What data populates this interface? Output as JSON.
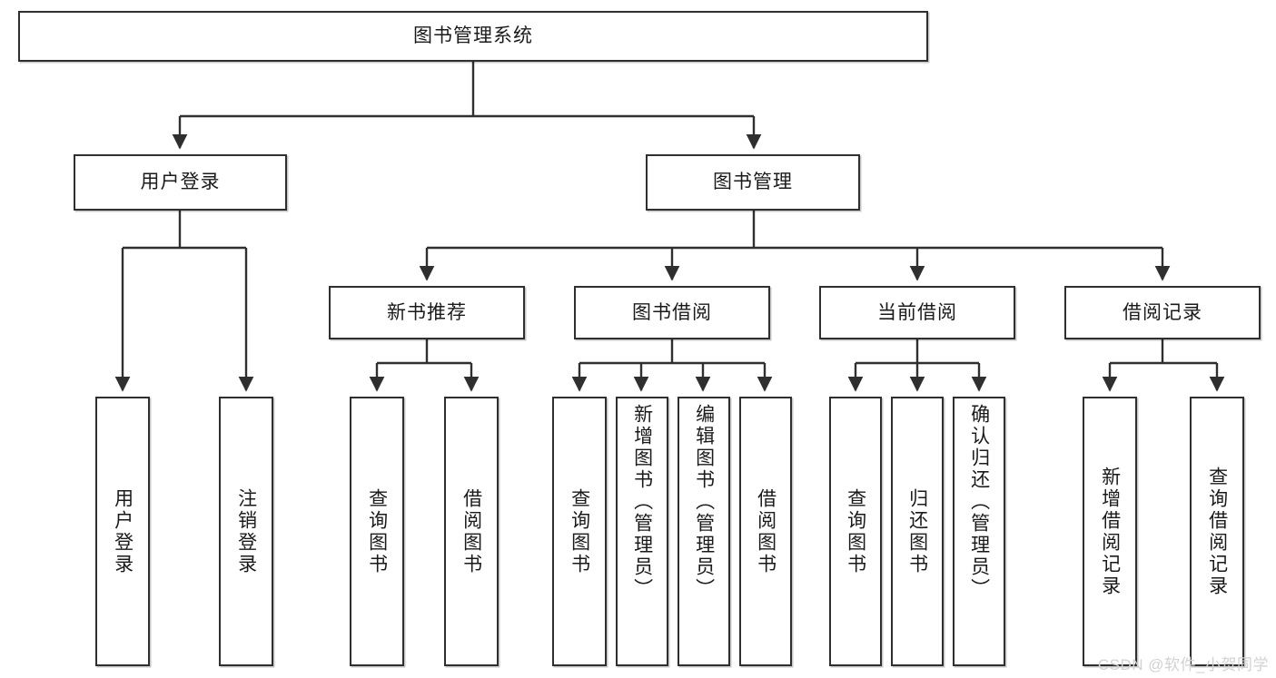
{
  "diagram": {
    "type": "tree-hierarchy-flowchart",
    "title_node": {
      "label": "图书管理系统"
    },
    "level2": [
      {
        "id": "user-login",
        "label": "用户登录"
      },
      {
        "id": "book-manage",
        "label": "图书管理"
      }
    ],
    "level3": [
      {
        "id": "new-book-recommend",
        "label": "新书推荐"
      },
      {
        "id": "book-borrow",
        "label": "图书借阅"
      },
      {
        "id": "current-borrow",
        "label": "当前借阅"
      },
      {
        "id": "borrow-record",
        "label": "借阅记录"
      }
    ],
    "leaves": [
      {
        "id": "leaf-user-login",
        "label": "用户登录",
        "parent": "user-login"
      },
      {
        "id": "leaf-logout-login",
        "label": "注销登录",
        "parent": "user-login"
      },
      {
        "id": "leaf-query-book-1",
        "label": "查询图书",
        "parent": "new-book-recommend"
      },
      {
        "id": "leaf-borrow-book-1",
        "label": "借阅图书",
        "parent": "new-book-recommend"
      },
      {
        "id": "leaf-query-book-2",
        "label": "查询图书",
        "parent": "book-borrow"
      },
      {
        "id": "leaf-add-book",
        "label": "新增图书（管理员）",
        "parent": "book-borrow"
      },
      {
        "id": "leaf-edit-book",
        "label": "编辑图书（管理员）",
        "parent": "book-borrow"
      },
      {
        "id": "leaf-borrow-book-2",
        "label": "借阅图书",
        "parent": "book-borrow"
      },
      {
        "id": "leaf-query-book-3",
        "label": "查询图书",
        "parent": "current-borrow"
      },
      {
        "id": "leaf-return-book",
        "label": "归还图书",
        "parent": "current-borrow"
      },
      {
        "id": "leaf-confirm-return",
        "label": "确认归还（管理员）",
        "parent": "current-borrow"
      },
      {
        "id": "leaf-add-record",
        "label": "新增借阅记录",
        "parent": "borrow-record"
      },
      {
        "id": "leaf-query-record",
        "label": "查询借阅记录",
        "parent": "borrow-record"
      }
    ],
    "colors": {
      "stroke": "#2f2f2f",
      "box_fill": "#ffffff",
      "text": "#1a1a1a",
      "watermark": "#d2d2d2",
      "background": "#ffffff"
    }
  },
  "watermark": {
    "text": "CSDN @软件_小贺同学"
  }
}
